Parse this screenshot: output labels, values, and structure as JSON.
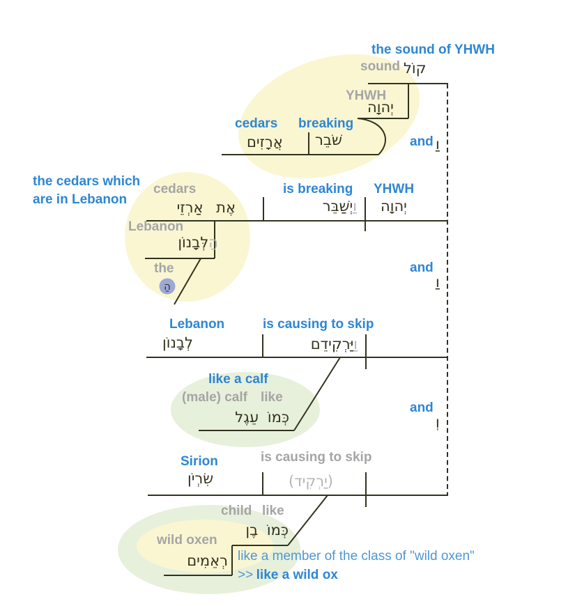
{
  "colors": {
    "accent_blue": "#2e86d3",
    "annotation_blue": "#4f97d4",
    "gray_label": "#a5a5a5",
    "hebrew_ink": "#32321e",
    "hebrew_muted": "#b4b4b4",
    "highlight_yellow": "#faf6d2",
    "highlight_green": "#e7f0db",
    "article_circle_fill": "#9ea7d8"
  },
  "phrase_sound": {
    "translation": "the sound of YHWH",
    "head": {
      "gloss": "sound",
      "hebrew": "קוֹל"
    },
    "genitive": {
      "gloss": "YHWH",
      "hebrew": "יְהוָה"
    },
    "participle": {
      "gloss": "breaking",
      "hebrew": "שֹׁבֵר"
    },
    "object": {
      "gloss": "cedars",
      "hebrew": "אֲרָזִים"
    },
    "conjunction": {
      "gloss": "and",
      "hebrew": "וַ"
    }
  },
  "clause_breaking": {
    "translation_line1": "the cedars which",
    "translation_line2": "are in Lebanon",
    "object": {
      "gloss": "cedars",
      "hebrew": "אֶת אַרְזֵי"
    },
    "verb": {
      "gloss": "is breaking",
      "prefix": "וַ",
      "stem": "יְשַׁבֵּר"
    },
    "subject": {
      "gloss": "YHWH",
      "hebrew": "יְהוָה"
    },
    "genitive": {
      "gloss": "Lebanon",
      "prefix": "הַ",
      "stem": "לְּבָנוֹן"
    },
    "article": {
      "gloss": "the",
      "hebrew": "הַ"
    },
    "conjunction": {
      "gloss": "and",
      "hebrew": "וַ"
    }
  },
  "clause_skip1": {
    "object": {
      "gloss": "Lebanon",
      "hebrew": "לְבָנוֹן"
    },
    "verb": {
      "gloss": "is causing to skip",
      "prefix": "וַ",
      "stem": "יַּרְקִידֵם"
    },
    "comparison": {
      "translation": "like a calf",
      "noun_gloss": "(male) calf",
      "prep_gloss": "like",
      "hebrew": "כְּמוֹ עֵגֶל"
    },
    "conjunction": {
      "gloss": "and",
      "hebrew": "וְ"
    }
  },
  "clause_skip2": {
    "subject": {
      "gloss": "Sirion",
      "hebrew": "שִׂרְיֹן"
    },
    "verb": {
      "gloss": "is causing to skip",
      "hebrew": "(יַרְקִיד)"
    },
    "comparison": {
      "noun_gloss": "child",
      "prep_gloss": "like",
      "hebrew": "כְּמוֹ בֶן",
      "genitive_gloss": "wild oxen",
      "genitive_hebrew": "רְאֵמִים"
    },
    "note_line1": "like a member of the class of \"wild oxen\"",
    "note_prefix": ">>",
    "note_bold": "like a wild ox"
  }
}
